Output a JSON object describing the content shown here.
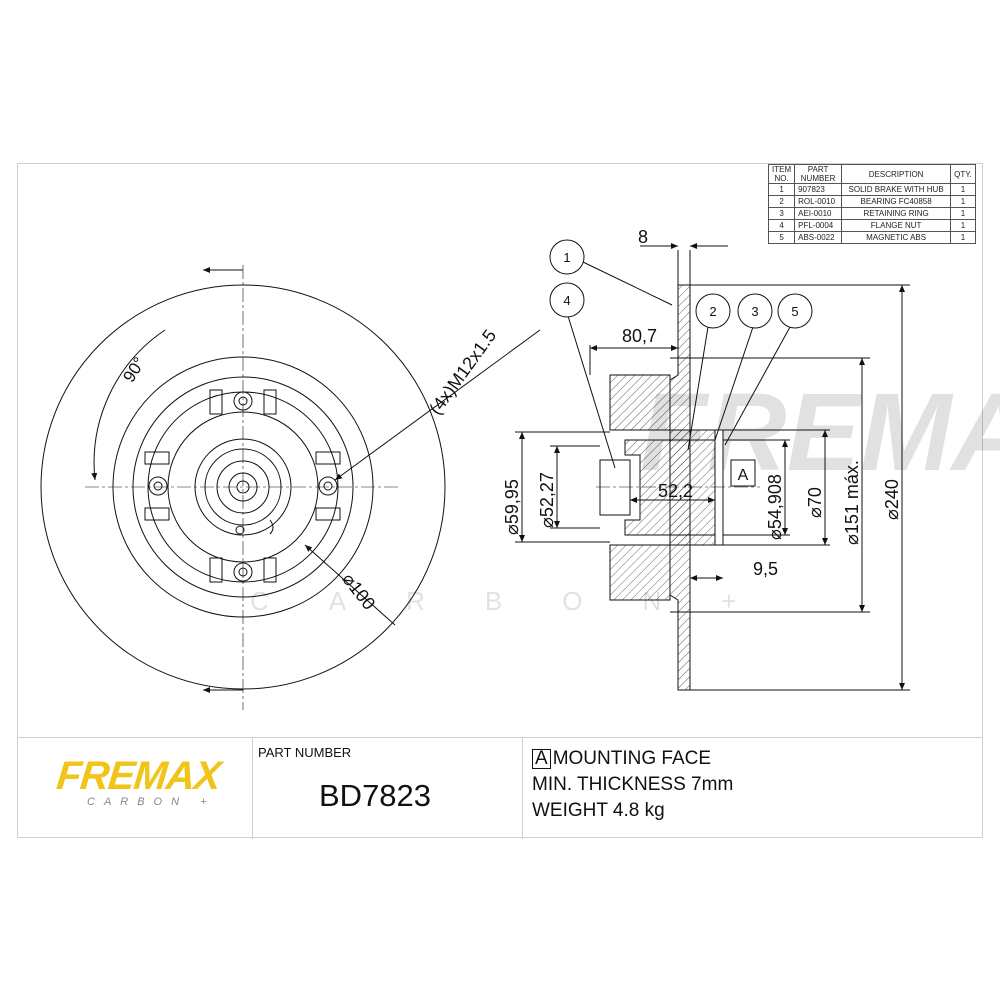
{
  "bom": {
    "headers": [
      "ITEM NO.",
      "PART NUMBER",
      "DESCRIPTION",
      "QTY."
    ],
    "rows": [
      {
        "item": "1",
        "part": "907823",
        "desc": "SOLID BRAKE WITH HUB",
        "qty": "1"
      },
      {
        "item": "2",
        "part": "ROL-0010",
        "desc": "BEARING FC40858",
        "qty": "1"
      },
      {
        "item": "3",
        "part": "AEI-0010",
        "desc": "RETAINING RING",
        "qty": "1"
      },
      {
        "item": "4",
        "part": "PFL-0004",
        "desc": "FLANGE NUT",
        "qty": "1"
      },
      {
        "item": "5",
        "part": "ABS-0022",
        "desc": "MAGNETIC ABS",
        "qty": "1"
      }
    ]
  },
  "front_view": {
    "angle": "90°",
    "thread": "(4x)M12x1.5",
    "pcd": "⌀100"
  },
  "side_view": {
    "balloons": [
      "1",
      "2",
      "3",
      "4",
      "5"
    ],
    "datum": "A",
    "dims": {
      "thickness": "8",
      "height": "80,7",
      "bearing_depth": "52,2",
      "offset": "9,5",
      "d1": "⌀59,95",
      "d2": "⌀52,27",
      "d3": "⌀54,908",
      "d4": "⌀70",
      "d5": "⌀151 máx.",
      "d6": "⌀240"
    }
  },
  "title_block": {
    "brand": "FREMAX",
    "brand_sub": "CARBON +",
    "part_number_label": "PART NUMBER",
    "part_number": "BD7823",
    "datum_box": "A",
    "mounting_face": "MOUNTING FACE",
    "min_thickness": "MIN. THICKNESS 7mm",
    "weight": "WEIGHT 4.8 kg"
  },
  "watermark": {
    "main": "FREMAX",
    "sub": "CARBON+"
  },
  "colors": {
    "brand_yellow": "#f0c419",
    "line": "#111111",
    "frame": "#cfcfcf"
  }
}
